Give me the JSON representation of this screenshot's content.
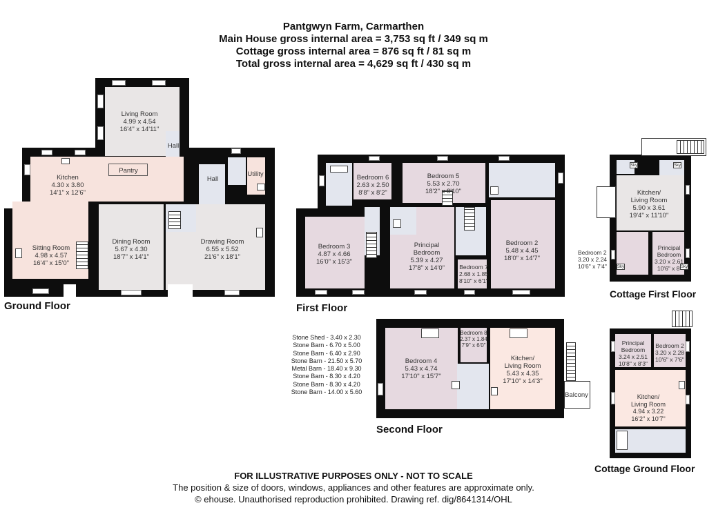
{
  "header": {
    "title": "Pantgwyn Farm, Carmarthen",
    "main_house_area": "Main House gross internal area = 3,753 sq ft / 349 sq m",
    "cottage_area": "Cottage gross internal area = 876 sq ft / 81 sq m",
    "total_area": "Total gross internal area = 4,629 sq ft / 430 sq m"
  },
  "floors": {
    "ground": {
      "label": "Ground Floor",
      "rooms": {
        "living_room": {
          "name": "Living Room",
          "metric": "4.99 x 4.54",
          "imperial": "16'4\" x 14'11\""
        },
        "kitchen": {
          "name": "Kitchen",
          "metric": "4.30 x 3.80",
          "imperial": "14'1\" x 12'6\""
        },
        "pantry": {
          "name": "Pantry"
        },
        "hall_1": {
          "name": "Hall"
        },
        "hall_2": {
          "name": "Hall"
        },
        "utility": {
          "name": "Utility"
        },
        "sitting_room": {
          "name": "Sitting Room",
          "metric": "4.98 x 4.57",
          "imperial": "16'4\" x 15'0\""
        },
        "dining_room": {
          "name": "Dining Room",
          "metric": "5.67 x 4.30",
          "imperial": "18'7\" x 14'1\""
        },
        "drawing_room": {
          "name": "Drawing Room",
          "metric": "6.55 x 5.52",
          "imperial": "21'6\" x 18'1\""
        }
      }
    },
    "first": {
      "label": "First Floor",
      "rooms": {
        "bedroom_6": {
          "name": "Bedroom 6",
          "metric": "2.63 x 2.50",
          "imperial": "8'8\" x 8'2\""
        },
        "bedroom_5": {
          "name": "Bedroom 5",
          "metric": "5.53 x 2.70",
          "imperial": "18'2\" x 8'10\""
        },
        "bedroom_3": {
          "name": "Bedroom 3",
          "metric": "4.87 x 4.66",
          "imperial": "16'0\" x 15'3\""
        },
        "principal_bedroom": {
          "name1": "Principal",
          "name2": "Bedroom",
          "metric": "5.39 x 4.27",
          "imperial": "17'8\" x 14'0\""
        },
        "bedroom_7": {
          "name": "Bedroom 7",
          "metric": "2.68 x 1.85",
          "imperial": "8'10\" x 6'1\""
        },
        "bedroom_2": {
          "name": "Bedroom 2",
          "metric": "5.48 x 4.45",
          "imperial": "18'0\" x 14'7\""
        }
      }
    },
    "second": {
      "label": "Second Floor",
      "rooms": {
        "bedroom_4": {
          "name": "Bedroom 4",
          "metric": "5.43 x 4.74",
          "imperial": "17'10\" x 15'7\""
        },
        "bedroom_8": {
          "name": "Bedroom 8",
          "metric": "2.37 x 1.84",
          "imperial": "7'9\" x 6'0\""
        },
        "kitchen_living": {
          "name1": "Kitchen/",
          "name2": "Living Room",
          "metric": "5.43 x 4.35",
          "imperial": "17'10\" x 14'3\""
        },
        "balcony": {
          "name": "Balcony"
        }
      }
    },
    "cottage_first": {
      "label": "Cottage First Floor",
      "rooms": {
        "kitchen_living": {
          "name1": "Kitchen/",
          "name2": "Living Room",
          "metric": "5.90 x 3.61",
          "imperial": "19'4\" x 11'10\""
        },
        "bedroom_2": {
          "name": "Bedroom 2",
          "metric": "3.20 x 2.24",
          "imperial": "10'6\" x 7'4\""
        },
        "principal_bedroom": {
          "name1": "Principal",
          "name2": "Bedroom",
          "metric": "3.20 x 2.61",
          "imperial": "10'6\" x 8'"
        },
        "sky_labels": [
          "Sky",
          "Sky",
          "Sky",
          "Sky"
        ]
      }
    },
    "cottage_ground": {
      "label": "Cottage Ground Floor",
      "rooms": {
        "principal_bedroom": {
          "name1": "Principal",
          "name2": "Bedroom",
          "metric": "3.24 x 2.51",
          "imperial": "10'8\" x 8'3\""
        },
        "bedroom_2": {
          "name": "Bedroom 2",
          "metric": "3.20 x 2.28",
          "imperial": "10'6\" x 7'6\""
        },
        "kitchen_living": {
          "name1": "Kitchen/",
          "name2": "Living Room",
          "metric": "4.94 x 3.22",
          "imperial": "16'2\" x 10'7\""
        }
      }
    }
  },
  "outbuildings": [
    "Stone Shed - 3.40 x 2.30",
    "Stone Barn - 6.70 x 5.00",
    "Stone Barn - 6.40 x 2.90",
    "Stone Barn - 21.50 x 5.70",
    "Metal Barn - 18.40 x 9.30",
    "Stone Barn - 8.30 x 4.20",
    "Stone Barn - 8.30 x 4.20",
    "Stone Barn - 14.00 x 5.60"
  ],
  "footer": {
    "disclaimer": "FOR ILLUSTRATIVE PURPOSES ONLY - NOT TO SCALE",
    "note": "The position & size of doors, windows, appliances and other features are approximate only.",
    "copyright": "© ehouse. Unauthorised reproduction prohibited. Drawing ref. dig/8641314/OHL"
  },
  "colors": {
    "wall": "#0d0d0d",
    "kitchen_pink": "#f7e3dd",
    "reception_grey": "#e9e6e6",
    "bedroom_lavender": "#e6d9e0",
    "bathroom_blue": "#e3e6ee"
  }
}
